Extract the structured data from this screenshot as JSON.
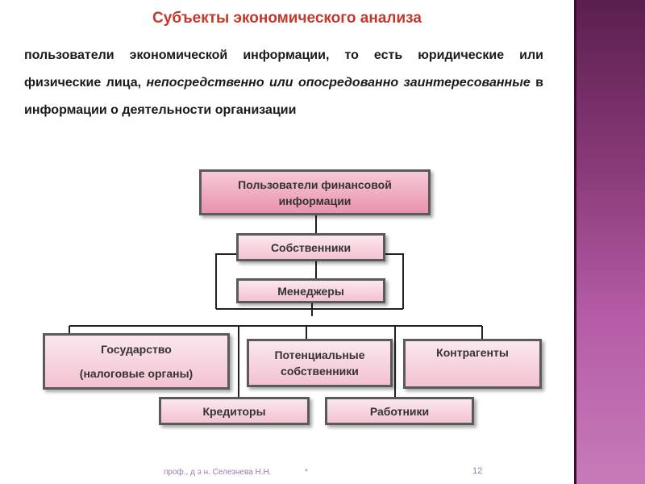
{
  "title": "Субъекты экономического анализа",
  "definition": {
    "part1": "пользователи экономической информации, то есть юридические или физические лица, ",
    "italic": "непосредственно или опосредованно заинтересованные",
    "part2": " в информации о деятельности организации"
  },
  "chart": {
    "root": "Пользователи финансовой информации",
    "owners": "Собственники",
    "managers": "Менеджеры",
    "state_line1": "Государство",
    "state_line2": "(налоговые органы)",
    "potential_line1": "Потенциальные",
    "potential_line2": "собственники",
    "contractors": "Контрагенты",
    "creditors": "Кредиторы",
    "workers": "Работники"
  },
  "footer": {
    "author": "проф., д э н. Селезнева Н.Н.",
    "marker": "*",
    "page": "12"
  },
  "colors": {
    "title": "#c0392b",
    "box_fill": "#f3c2d1",
    "head_fill": "#e893ad",
    "sidebar": "#8a3a78"
  }
}
